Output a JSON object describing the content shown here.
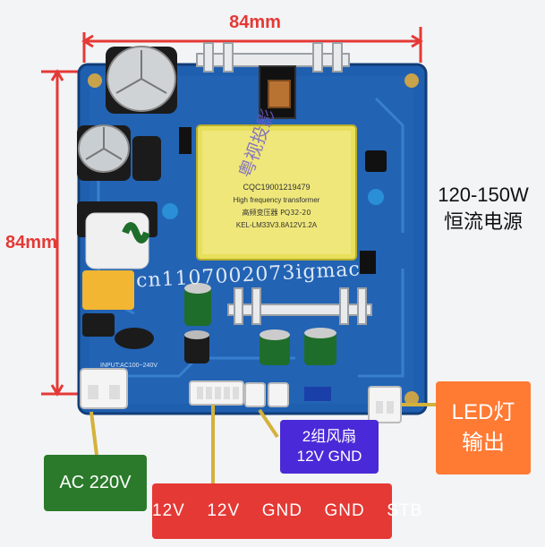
{
  "dimensions": {
    "width_label": "84mm",
    "height_label": "84mm"
  },
  "spec": {
    "power": "120-150W",
    "type": "恒流电源"
  },
  "transformer_label": {
    "line1": "CQC19001219479",
    "line2": "High frequency transformer",
    "line3": "高频变压器  PQ32-20",
    "line4": "KEL-LM33V3.8A12V1.2A"
  },
  "pcb_silkscreen": {
    "input_label": "INPUT:AC100~240V"
  },
  "watermark": {
    "seller": "cn1107002073igmac",
    "seal": "粤视投影"
  },
  "annotations": {
    "led_output": [
      "LED灯",
      "输出"
    ],
    "fan": [
      "2组风扇",
      "12V GND"
    ],
    "ac_input": "AC 220V",
    "pins": "12V  12V  GND  GND  STB"
  },
  "colors": {
    "dimension_red": "#e53935",
    "led_box": "#ff7a33",
    "fan_box": "#4a2ad8",
    "ac_box": "#2b7a2b",
    "pins_box": "#e53935",
    "pcb_blue": "#1f5fb0"
  }
}
